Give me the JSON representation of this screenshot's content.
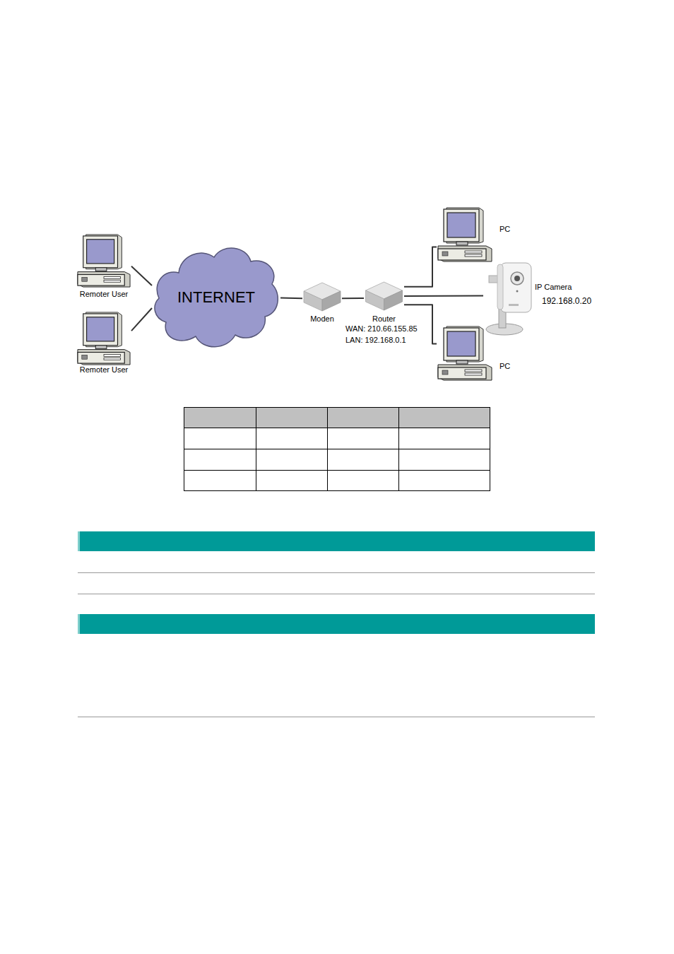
{
  "diagram": {
    "nodes": [
      {
        "text": [
          "Remoter User"
        ]
      },
      {
        "text": [
          "Remoter User"
        ]
      },
      {
        "text": [
          "INTERNET"
        ]
      },
      {
        "text": [
          "Moden"
        ]
      },
      {
        "text": [
          "Router",
          "WAN: 210.66.155.85",
          "LAN: 192.168.0.1"
        ]
      },
      {
        "text": [
          "PC"
        ]
      },
      {
        "text": [
          "IP Camera",
          "192.168.0.20"
        ]
      },
      {
        "text": [
          "PC"
        ]
      }
    ],
    "edges": [
      {
        "from": 0,
        "to": 2,
        "arrow": "none"
      },
      {
        "from": 1,
        "to": 2,
        "arrow": "none"
      },
      {
        "from": 2,
        "to": 3,
        "arrow": "none"
      },
      {
        "from": 3,
        "to": 4,
        "arrow": "none"
      },
      {
        "from": 4,
        "to": 5,
        "arrow": "none"
      },
      {
        "from": 4,
        "to": 6,
        "arrow": "none"
      },
      {
        "from": 4,
        "to": 7,
        "arrow": "none"
      }
    ]
  }
}
